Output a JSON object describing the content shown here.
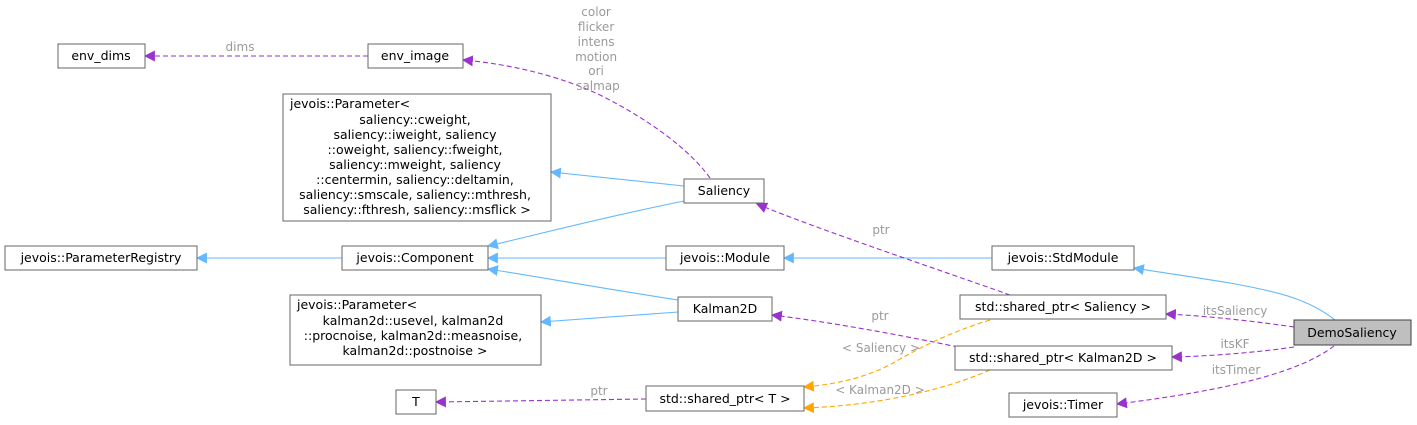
{
  "nodes": {
    "env_dims": "env_dims",
    "env_image": "env_image",
    "saliency_param": [
      "jevois::Parameter<",
      " saliency::cweight,",
      " saliency::iweight, saliency",
      " ::oweight, saliency::fweight,",
      " saliency::mweight, saliency",
      " ::centermin, saliency::deltamin,",
      " saliency::smscale, saliency::mthresh,",
      " saliency::fthresh, saliency::msflick >"
    ],
    "saliency": "Saliency",
    "param_registry": "jevois::ParameterRegistry",
    "component": "jevois::Component",
    "module": "jevois::Module",
    "std_module": "jevois::StdModule",
    "kalman_param": [
      "jevois::Parameter<",
      " kalman2d::usevel, kalman2d",
      " ::procnoise, kalman2d::measnoise,",
      " kalman2d::postnoise >"
    ],
    "kalman2d": "Kalman2D",
    "sp_saliency": "std::shared_ptr< Saliency >",
    "sp_kalman": "std::shared_ptr< Kalman2D >",
    "demo_saliency": "DemoSaliency",
    "t": "T",
    "sp_t": "std::shared_ptr< T >",
    "timer": "jevois::Timer"
  },
  "edge_labels": {
    "dims": "dims",
    "saliency_maps": [
      "color",
      "flicker",
      "intens",
      "motion",
      "ori",
      "salmap"
    ],
    "ptr_saliency": "ptr",
    "ptr_kalman": "ptr",
    "ptr_t": "ptr",
    "its_saliency": "itsSaliency",
    "its_kf": "itsKF",
    "its_timer": "itsTimer",
    "tmpl_saliency": "< Saliency >",
    "tmpl_kalman": "< Kalman2D >"
  },
  "colors": {
    "inheritance": "#63b8ff",
    "usage": "#9a32cd",
    "template": "#ffa500",
    "focus_fill": "#bfbfbf"
  }
}
